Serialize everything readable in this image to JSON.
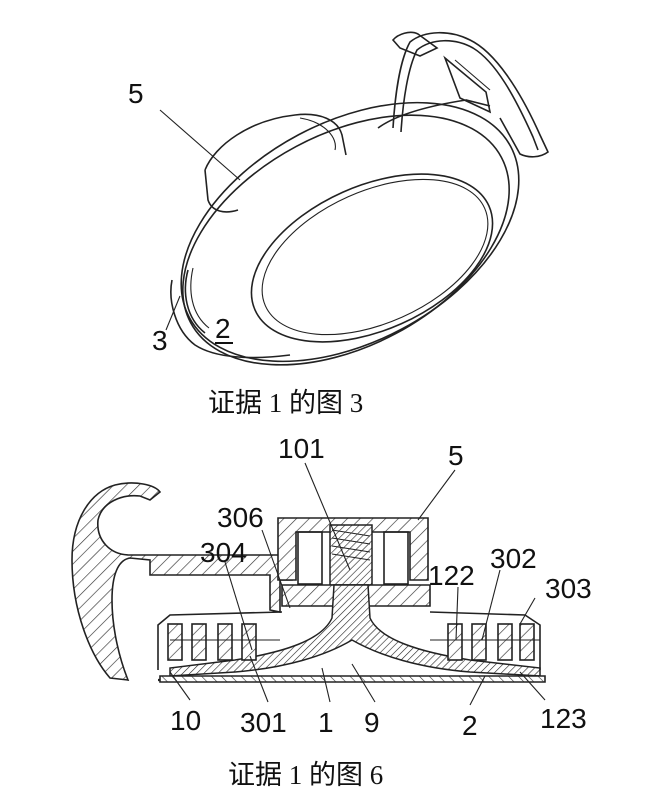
{
  "figure_top": {
    "labels": {
      "l5": "5",
      "l3": "3",
      "l2": "2"
    },
    "caption": "证据 1 的图 3"
  },
  "figure_bottom": {
    "labels": {
      "l101": "101",
      "l5": "5",
      "l306": "306",
      "l304": "304",
      "l122": "122",
      "l302": "302",
      "l303": "303",
      "l10": "10",
      "l301": "301",
      "l1": "1",
      "l9": "9",
      "l2": "2",
      "l123": "123"
    },
    "caption": "证据 1 的图 6"
  }
}
